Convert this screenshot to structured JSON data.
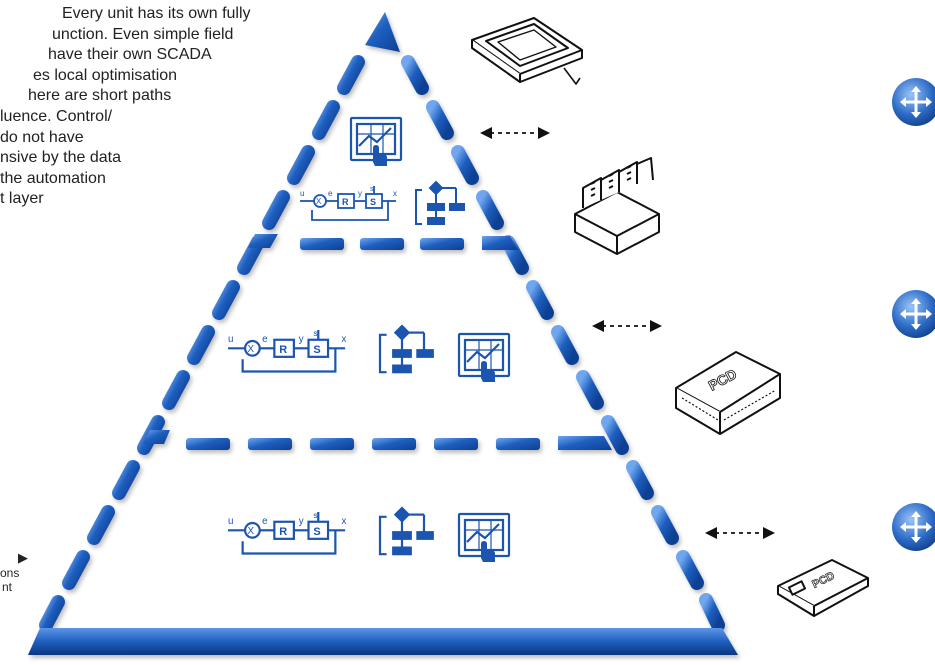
{
  "description": {
    "lines": [
      "Every unit has its own fully",
      "unction. Even simple field",
      "have their own SCADA",
      "es local optimisation",
      "here are short paths",
      "luence. Control/",
      "do not have",
      "nsive by the data",
      "the automation",
      "t layer"
    ]
  },
  "left_label": {
    "lines": [
      "ons",
      "nt"
    ],
    "marker": "▶"
  },
  "colors": {
    "pyramid_blue": "#1f5fbf",
    "pyramid_dark": "#0c3f93",
    "icon_blue": "#1b55b0",
    "device_black": "#111111"
  },
  "control_loop": {
    "input": "u",
    "node": "X",
    "error": "e",
    "controller": "R",
    "output": "y",
    "disturbance": "s",
    "system": "S",
    "result": "x"
  },
  "levels": [
    {
      "name": "top",
      "device": "touch-panel",
      "secondary_device": "io-terminal",
      "arrow": "bidirectional"
    },
    {
      "name": "middle",
      "device": "pcd-controller",
      "arrow": "bidirectional"
    },
    {
      "name": "bottom",
      "device": "pcd-compact-controller",
      "arrow": "bidirectional"
    }
  ],
  "network_icons": [
    "network-icon",
    "network-icon",
    "network-icon"
  ]
}
